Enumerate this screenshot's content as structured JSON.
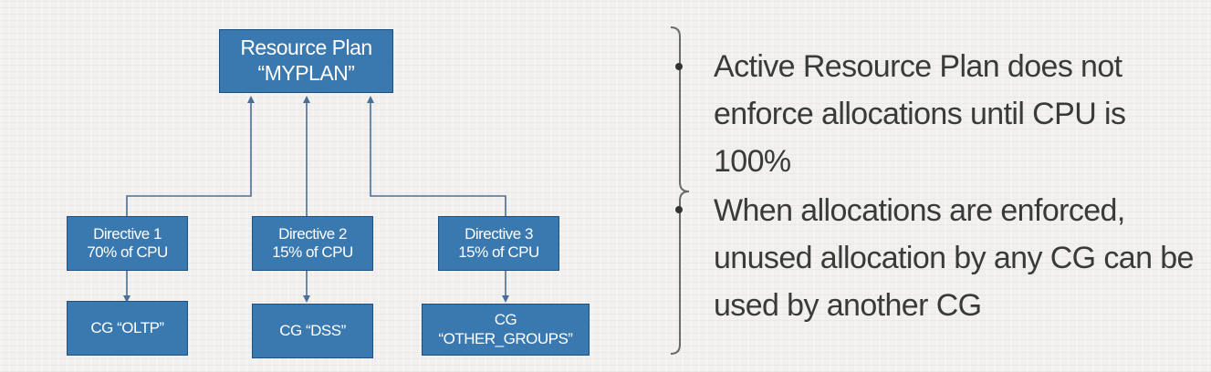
{
  "resource_plan": {
    "line1": "Resource Plan",
    "line2": "“MYPLAN”"
  },
  "directives": [
    {
      "line1": "Directive 1",
      "line2": "70% of CPU"
    },
    {
      "line1": "Directive 2",
      "line2": "15% of CPU"
    },
    {
      "line1": "Directive 3",
      "line2": "15% of CPU"
    }
  ],
  "consumer_groups": [
    {
      "line1": "CG “OLTP”"
    },
    {
      "line1": "CG “DSS”"
    },
    {
      "line1": "CG",
      "line2": "“OTHER_GROUPS”"
    }
  ],
  "bullets": [
    {
      "lines": [
        "Active Resource Plan does not",
        "enforce allocations until CPU is",
        "100%"
      ]
    },
    {
      "lines": [
        "When allocations are enforced,",
        "unused allocation by any CG can be",
        "used by another CG"
      ]
    }
  ],
  "colors": {
    "box_fill": "#3a78b0",
    "box_border": "#1e4f7e",
    "connector": "#4a6f96",
    "text": "#3a3a3a"
  }
}
